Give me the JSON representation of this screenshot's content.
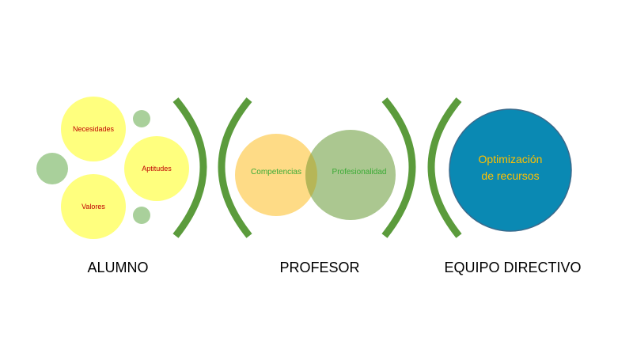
{
  "colors": {
    "yellow_circle": "#ffff7e",
    "small_green_circle": "#a9d09b",
    "competencias_circle": "#fedb86",
    "profesionalidad_circle": "#abc790",
    "overlap": "#b6b657",
    "blue_circle": "#0a89b3",
    "blue_circle_border": "#3a6a8c",
    "bracket_green": "#5b9b3c",
    "red_text": "#c00000",
    "green_text": "#3aaa35",
    "gold_text": "#ffc000",
    "black_text": "#000000"
  },
  "alumno": {
    "circles": {
      "necesidades": "Necesidades",
      "aptitudes": "Aptitudes",
      "valores": "Valores"
    },
    "label": "ALUMNO"
  },
  "profesor": {
    "circles": {
      "competencias": "Competencias",
      "profesionalidad": "Profesionalidad"
    },
    "label": "PROFESOR"
  },
  "equipo": {
    "circle_line1": "Optimización",
    "circle_line2": "de recursos",
    "label": "EQUIPO DIRECTIVO"
  }
}
